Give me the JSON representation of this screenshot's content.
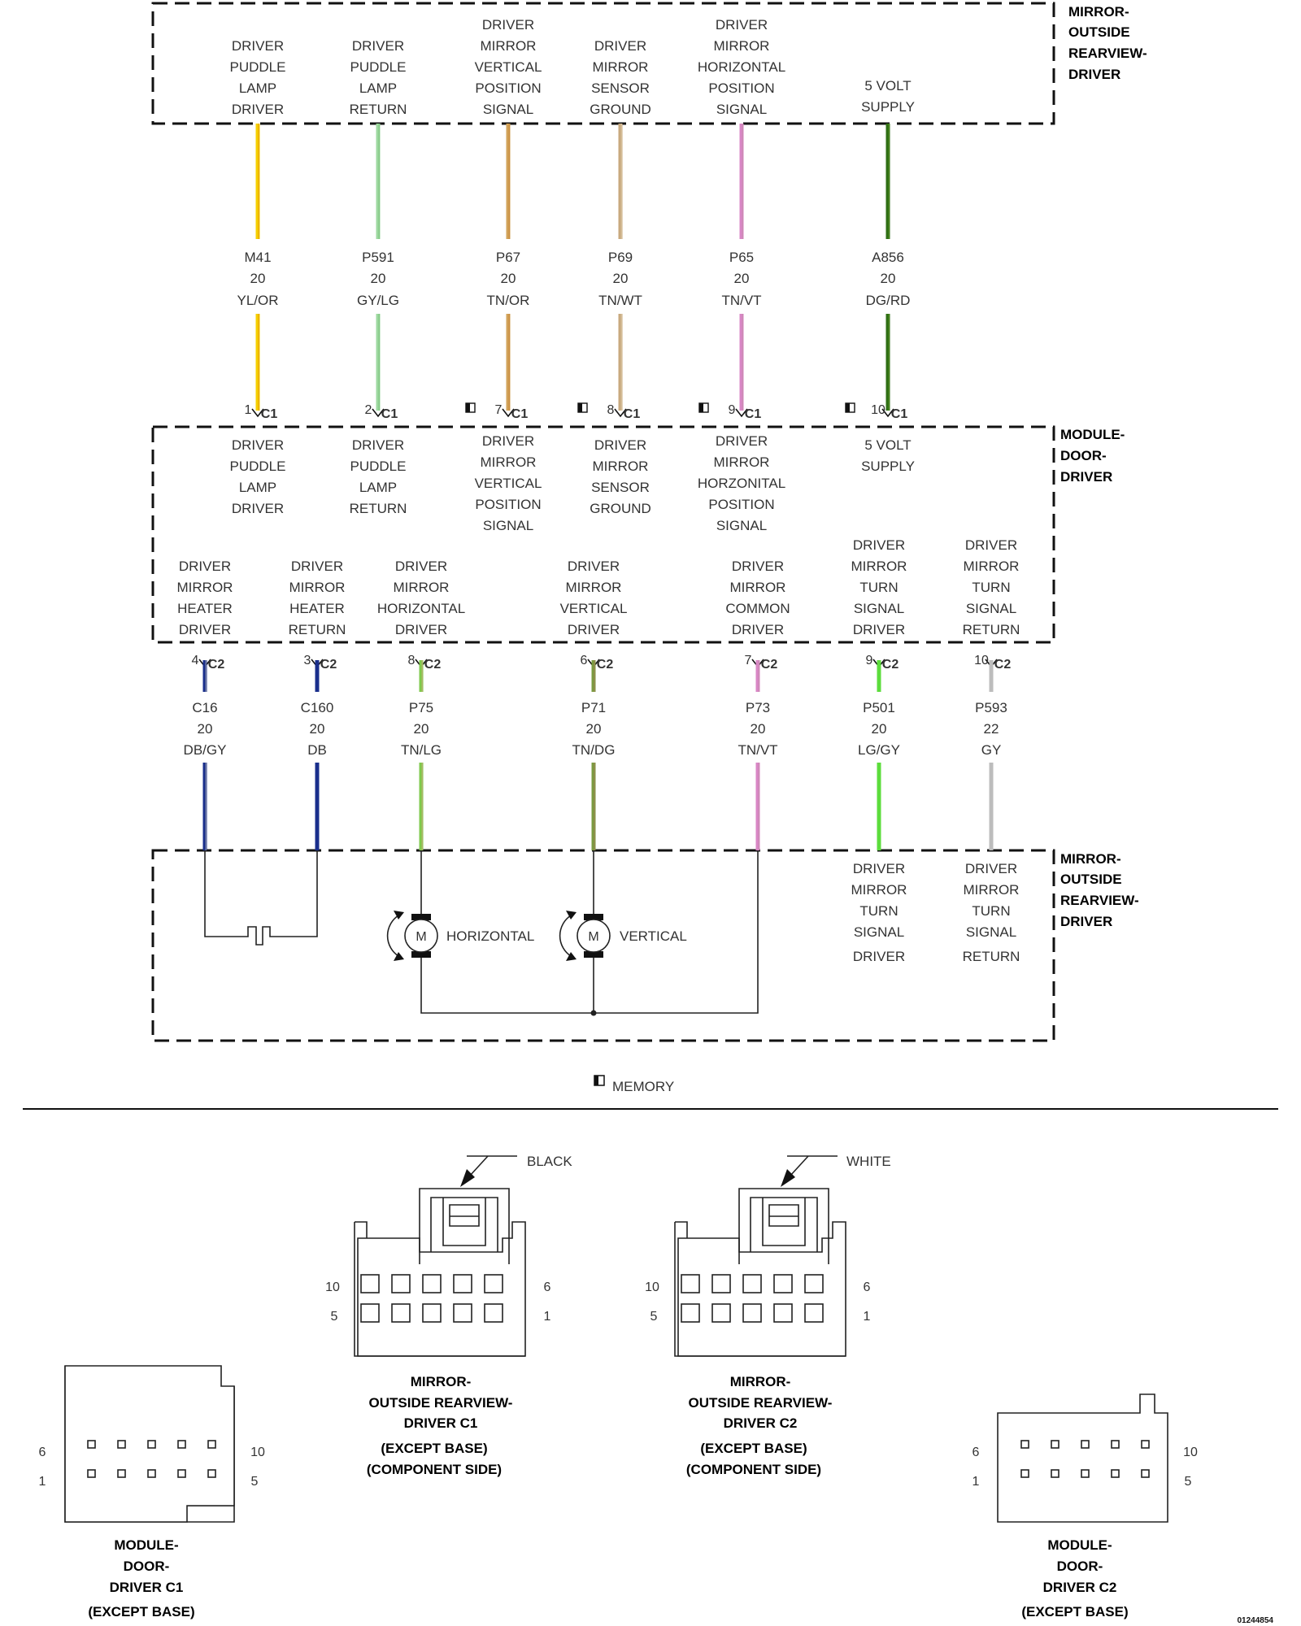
{
  "modules": {
    "mirror_top": [
      "MIRROR-",
      "OUTSIDE",
      "REARVIEW-",
      "DRIVER"
    ],
    "module_door": [
      "MODULE-",
      "DOOR-",
      "DRIVER"
    ],
    "mirror_bottom": [
      "MIRROR-",
      "OUTSIDE",
      "REARVIEW-",
      "DRIVER"
    ]
  },
  "c1_wires": [
    {
      "mirror_lines": [
        "DRIVER",
        "PUDDLE",
        "LAMP",
        "DRIVER"
      ],
      "module_lines": [
        "DRIVER",
        "PUDDLE",
        "LAMP",
        "DRIVER"
      ],
      "circuit": "M41",
      "gauge": "20",
      "color_code": "YL/OR",
      "pin": "1",
      "connector": "C1",
      "memory": false,
      "stroke": "#f5d000",
      "stripe": "#e8a000"
    },
    {
      "mirror_lines": [
        "DRIVER",
        "PUDDLE",
        "LAMP",
        "RETURN"
      ],
      "module_lines": [
        "DRIVER",
        "PUDDLE",
        "LAMP",
        "RETURN"
      ],
      "circuit": "P591",
      "gauge": "20",
      "color_code": "GY/LG",
      "pin": "2",
      "connector": "C1",
      "memory": false,
      "stroke": "#9ed9a0",
      "stripe": "#7cc47e"
    },
    {
      "mirror_lines": [
        "DRIVER",
        "MIRROR",
        "VERTICAL",
        "POSITION",
        "SIGNAL"
      ],
      "module_lines": [
        "DRIVER",
        "MIRROR",
        "VERTICAL",
        "POSITION",
        "SIGNAL"
      ],
      "circuit": "P67",
      "gauge": "20",
      "color_code": "TN/OR",
      "pin": "7",
      "connector": "C1",
      "memory": true,
      "stroke": "#d2a35a",
      "stripe": "#c88a3a"
    },
    {
      "mirror_lines": [
        "DRIVER",
        "MIRROR",
        "SENSOR",
        "GROUND"
      ],
      "module_lines": [
        "DRIVER",
        "MIRROR",
        "SENSOR",
        "GROUND"
      ],
      "circuit": "P69",
      "gauge": "20",
      "color_code": "TN/WT",
      "pin": "8",
      "connector": "C1",
      "memory": true,
      "stroke": "#c8a97e",
      "stripe": "#d9c4a0"
    },
    {
      "mirror_lines": [
        "DRIVER",
        "MIRROR",
        "HORIZONTAL",
        "POSITION",
        "SIGNAL"
      ],
      "module_lines": [
        "DRIVER",
        "MIRROR",
        "HORZONITAL",
        "POSITION",
        "SIGNAL"
      ],
      "circuit": "P65",
      "gauge": "20",
      "color_code": "TN/VT",
      "pin": "9",
      "connector": "C1",
      "memory": true,
      "stroke": "#d986c6",
      "stripe": "#c98bb0"
    },
    {
      "mirror_lines": [
        "5 VOLT",
        "SUPPLY"
      ],
      "module_lines": [
        "5 VOLT",
        "SUPPLY"
      ],
      "circuit": "A856",
      "gauge": "20",
      "color_code": "DG/RD",
      "pin": "10",
      "connector": "C1",
      "memory": true,
      "stroke": "#2e6e14",
      "stripe": "#4e8a1e"
    }
  ],
  "c2_wires": [
    {
      "module_lines": [
        "DRIVER",
        "MIRROR",
        "HEATER",
        "DRIVER"
      ],
      "circuit": "C16",
      "gauge": "20",
      "color_code": "DB/GY",
      "pin": "4",
      "connector": "C2",
      "stroke": "#1a2f8c",
      "stripe": "#8890a8"
    },
    {
      "module_lines": [
        "DRIVER",
        "MIRROR",
        "HEATER",
        "RETURN"
      ],
      "circuit": "C160",
      "gauge": "20",
      "color_code": "DB",
      "pin": "3",
      "connector": "C2",
      "stroke": "#1a2f8c",
      "stripe": "#1a2f8c"
    },
    {
      "module_lines": [
        "DRIVER",
        "MIRROR",
        "HORIZONTAL",
        "DRIVER"
      ],
      "circuit": "P75",
      "gauge": "20",
      "color_code": "TN/LG",
      "pin": "8",
      "connector": "C2",
      "stroke": "#7fca4c",
      "stripe": "#b8b070"
    },
    {
      "module_lines": [
        "DRIVER",
        "MIRROR",
        "VERTICAL",
        "DRIVER"
      ],
      "circuit": "P71",
      "gauge": "20",
      "color_code": "TN/DG",
      "pin": "6",
      "connector": "C2",
      "stroke": "#7a9a40",
      "stripe": "#9a8a50"
    },
    {
      "module_lines": [
        "DRIVER",
        "MIRROR",
        "COMMON",
        "DRIVER"
      ],
      "circuit": "P73",
      "gauge": "20",
      "color_code": "TN/VT",
      "pin": "7",
      "connector": "C2",
      "stroke": "#d986c6",
      "stripe": "#c98bb0"
    },
    {
      "module_lines": [
        "DRIVER",
        "MIRROR",
        "TURN",
        "SIGNAL",
        "DRIVER"
      ],
      "circuit": "P501",
      "gauge": "20",
      "color_code": "LG/GY",
      "pin": "9",
      "connector": "C2",
      "stroke": "#5cdd3c",
      "stripe": "#5cdd3c"
    },
    {
      "module_lines": [
        "DRIVER",
        "MIRROR",
        "TURN",
        "SIGNAL",
        "RETURN"
      ],
      "circuit": "P593",
      "gauge": "22",
      "color_code": "GY",
      "pin": "10",
      "connector": "C2",
      "stroke": "#bdbdbd",
      "stripe": "#bdbdbd"
    }
  ],
  "mirror_bottom_labels": {
    "turn_driver": [
      "DRIVER",
      "MIRROR",
      "TURN",
      "SIGNAL",
      "DRIVER"
    ],
    "turn_return": [
      "DRIVER",
      "MIRROR",
      "TURN",
      "SIGNAL",
      "RETURN"
    ]
  },
  "motors": {
    "symbol": "M",
    "horizontal_label": "HORIZONTAL",
    "vertical_label": "VERTICAL"
  },
  "legend": {
    "memory_label": "MEMORY",
    "memory_icon": "memory-symbol"
  },
  "connector_views": {
    "mirror_c1": {
      "color_label": "BLACK",
      "caption": [
        "MIRROR-",
        "OUTSIDE REARVIEW-",
        "DRIVER C1",
        "(EXCEPT BASE)",
        "(COMPONENT SIDE)"
      ],
      "pins": {
        "top_left": "10",
        "bottom_left": "5",
        "top_right": "6",
        "bottom_right": "1"
      }
    },
    "mirror_c2": {
      "color_label": "WHITE",
      "caption": [
        "MIRROR-",
        "OUTSIDE REARVIEW-",
        "DRIVER C2",
        "(EXCEPT BASE)",
        "(COMPONENT SIDE)"
      ],
      "pins": {
        "top_left": "10",
        "bottom_left": "5",
        "top_right": "6",
        "bottom_right": "1"
      }
    },
    "module_c1": {
      "caption": [
        "MODULE-",
        "DOOR-",
        "DRIVER C1",
        "(EXCEPT BASE)"
      ],
      "pins": {
        "top_left": "6",
        "bottom_left": "1",
        "top_right": "10",
        "bottom_right": "5"
      }
    },
    "module_c2": {
      "caption": [
        "MODULE-",
        "DOOR-",
        "DRIVER C2",
        "(EXCEPT BASE)"
      ],
      "pins": {
        "top_left": "6",
        "bottom_left": "1",
        "top_right": "10",
        "bottom_right": "5"
      }
    }
  },
  "figure_id": "01244854"
}
